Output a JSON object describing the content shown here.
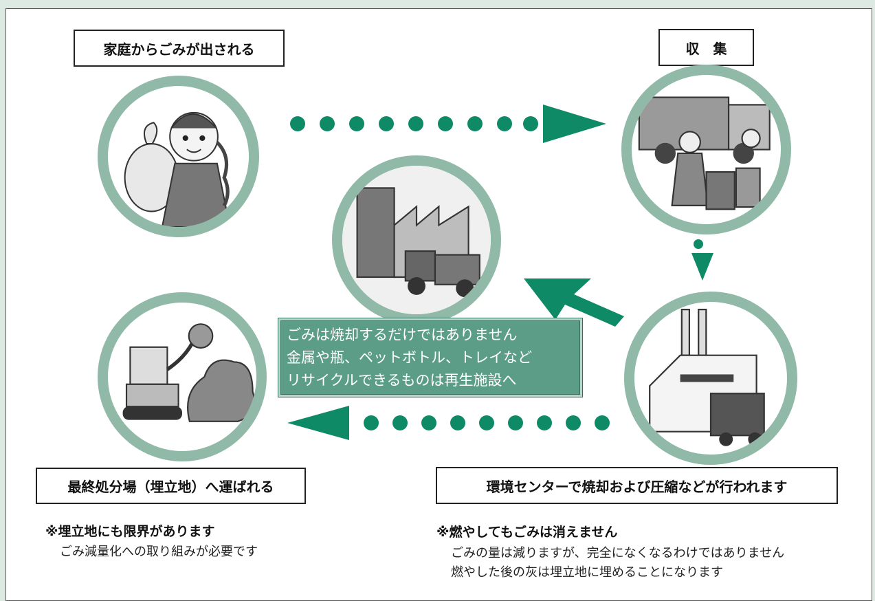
{
  "steps": {
    "household": "家庭からごみが出される",
    "collection": "収　集",
    "center": "環境センターで焼却および圧縮などが行われます",
    "landfill": "最終処分場（埋立地）へ運ばれる"
  },
  "recycle_box": {
    "lines": [
      "ごみは焼却するだけではありません",
      "金属や瓶、ペットボトル、トレイなど",
      "リサイクルできるものは再生施設へ"
    ]
  },
  "notes": {
    "landfill": {
      "heading": "※埋立地にも限界があります",
      "lines": [
        "ごみ減量化への取り組みが必要です"
      ]
    },
    "incineration": {
      "heading": "※燃やしてもごみは消えません",
      "lines": [
        "ごみの量は減りますが、完全になくなるわけではありません",
        "燃やした後の灰は埋立地に埋めることになります"
      ]
    }
  },
  "colors": {
    "arrow": "#0f8a66",
    "circle_ring": "#91b9a8",
    "box_fill": "#5b9d87"
  }
}
